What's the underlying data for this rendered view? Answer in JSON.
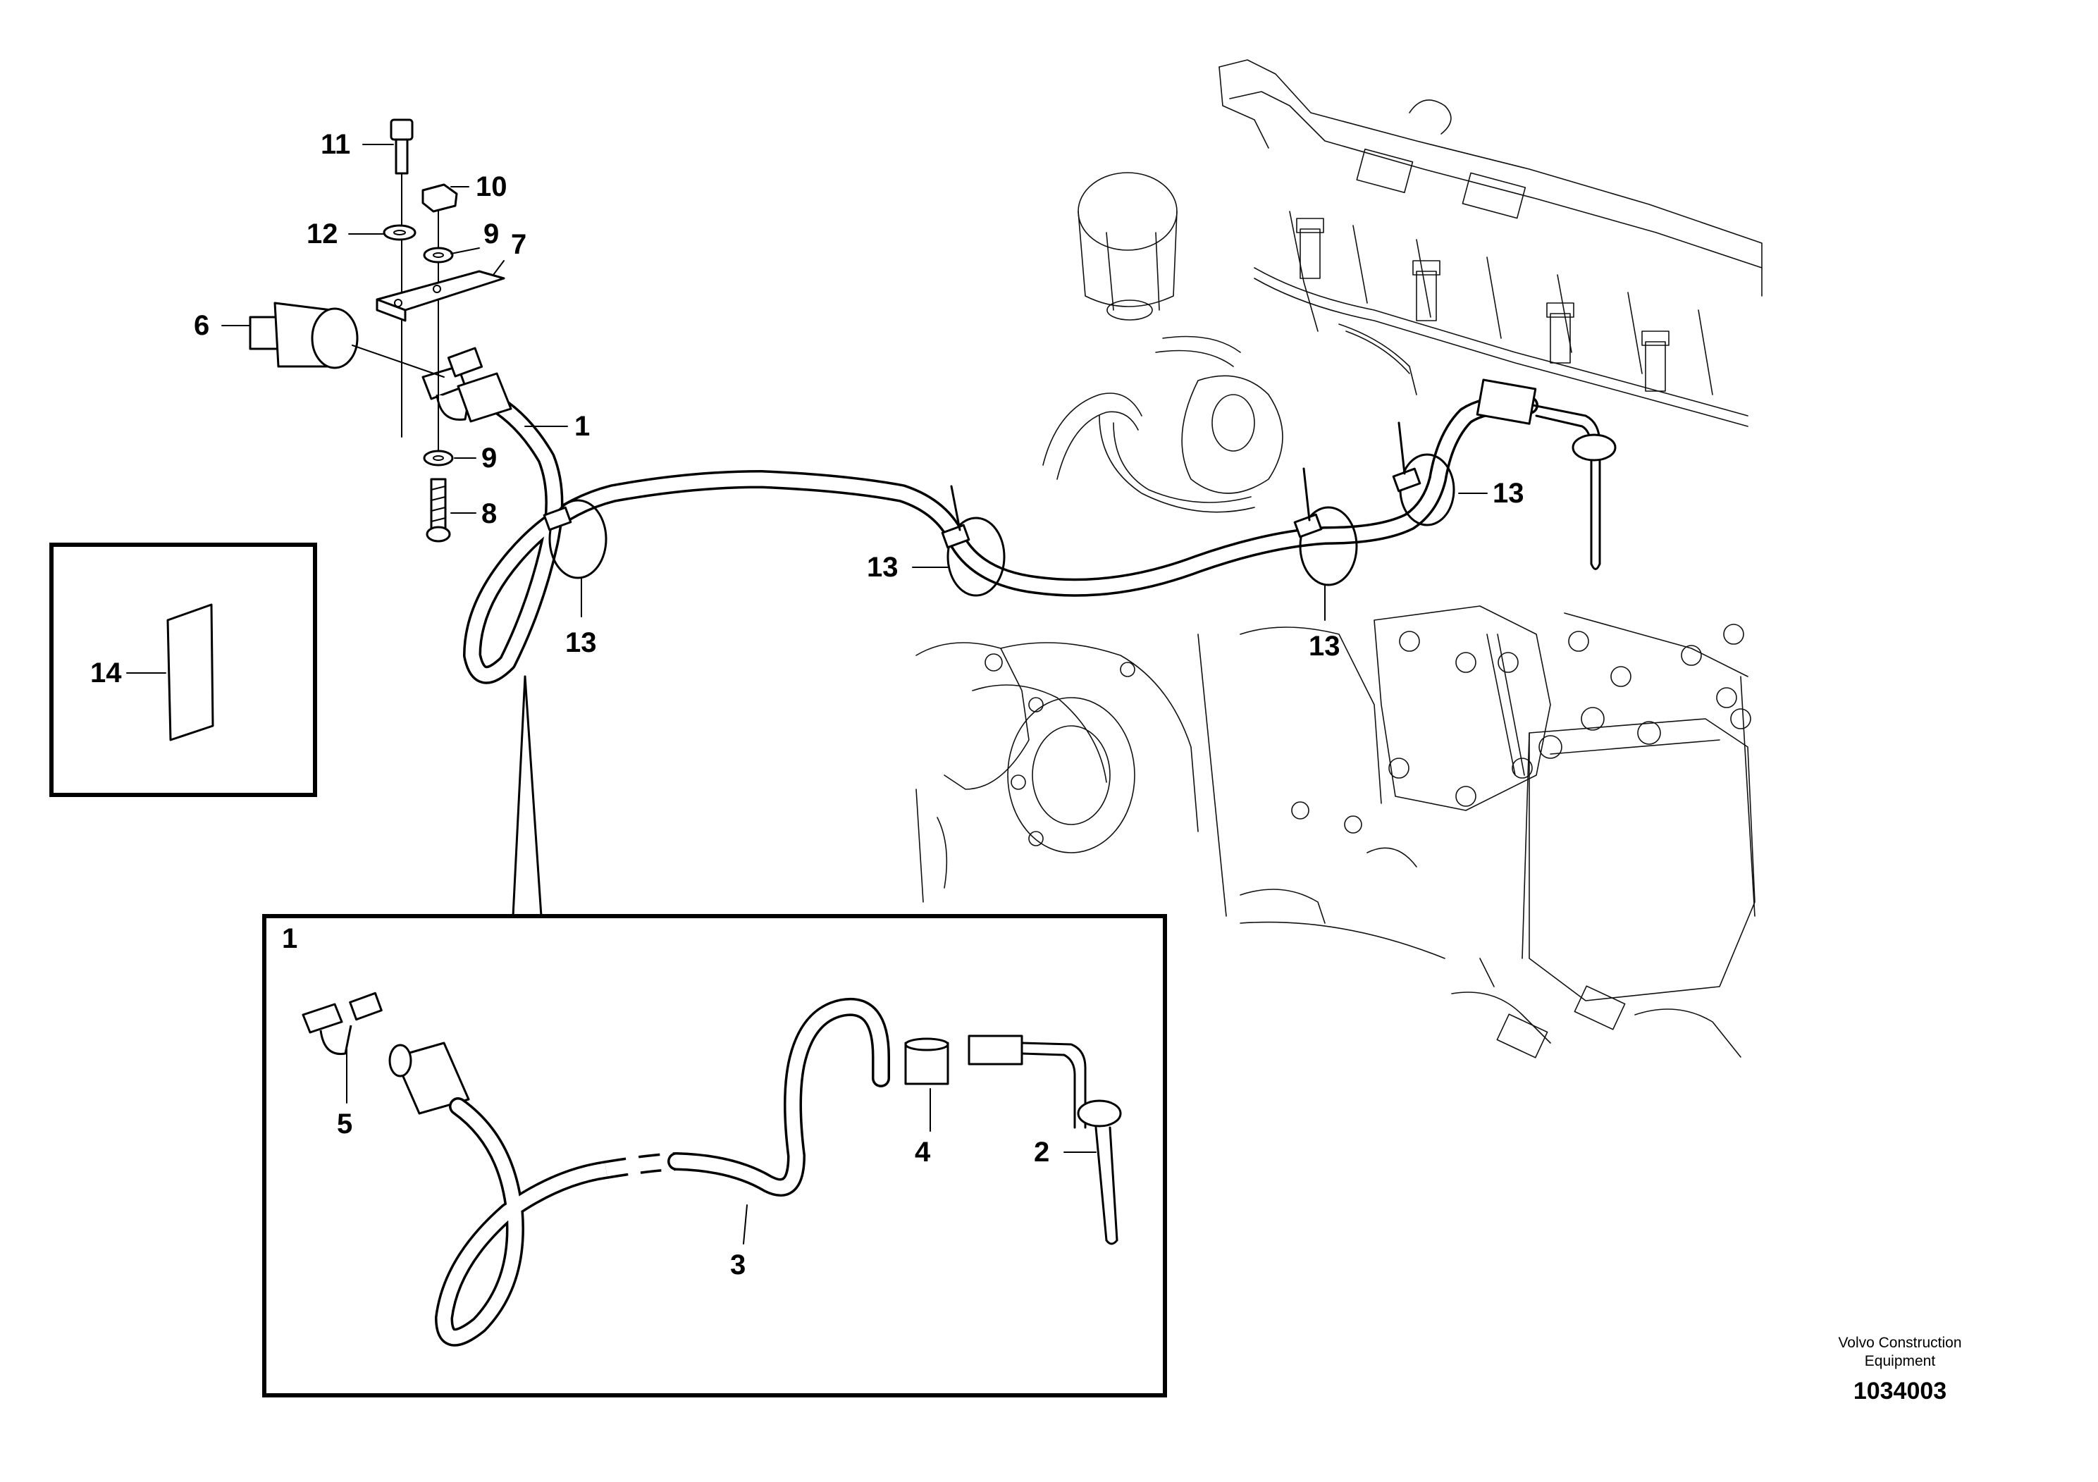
{
  "callouts": {
    "c1_main": "1",
    "c2": "2",
    "c3": "3",
    "c4": "4",
    "c5": "5",
    "c6": "6",
    "c7": "7",
    "c8": "8",
    "c9_upper": "9",
    "c9_lower": "9",
    "c10": "10",
    "c11": "11",
    "c12": "12",
    "c13_a": "13",
    "c13_b": "13",
    "c13_c": "13",
    "c13_d": "13",
    "c14": "14"
  },
  "detail_view": {
    "label": "1"
  },
  "footer": {
    "company_line1": "Volvo Construction",
    "company_line2": "Equipment",
    "drawing_number": "1034003"
  }
}
